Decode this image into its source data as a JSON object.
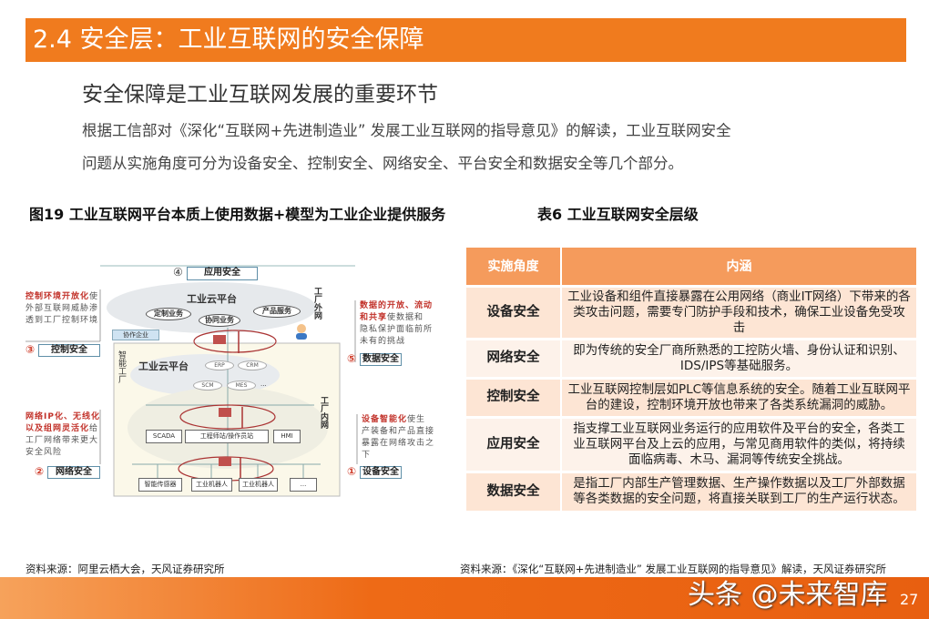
{
  "header": {
    "title": "2.4 安全层：工业互联网的安全保障"
  },
  "subtitle": "安全保障是工业互联网发展的重要环节",
  "body": [
    "根据工信部对《深化“互联网+先进制造业” 发展工业互联网的指导意见》的解读，工业互联网安全",
    "问题从实施角度可分为设备安全、控制安全、网络安全、平台安全和数据安全等几个部分。"
  ],
  "figure": {
    "caption": "图19 工业互联网平台本质上使用数据+模型为工业企业提供服务",
    "app_security": {
      "num": "④",
      "label": "应用安全"
    },
    "cloud_top": {
      "title": "工业云平台",
      "items": [
        "定制业务",
        "协同业务",
        "产品服务"
      ]
    },
    "external_net": "工厂外网",
    "partner": "协作企业",
    "smart_factory": "智能工厂",
    "cloud_inner": {
      "title": "工业云平台",
      "items": [
        "ERP",
        "CRM",
        "SCM",
        "MES",
        "..."
      ]
    },
    "internal_net": "工厂内网",
    "control_row": [
      "SCADA",
      "工程师站/操作员站",
      "HMI"
    ],
    "devices": [
      "智能传感器",
      "工业机器人",
      "工业机器人",
      "..."
    ],
    "annotations": [
      {
        "highlight": "控制环境开放化",
        "text": "使外部互联网威胁渗透到工厂控制环境",
        "num": "③",
        "label": "控制安全"
      },
      {
        "highlight": "网络IP化、无线化以及组网灵活化",
        "text": "给工厂网络带来更大安全风险",
        "num": "②",
        "label": "网络安全"
      },
      {
        "highlight": "数据的开放、流动和共享",
        "text": "使数据和隐私保护面临前所未有的挑战",
        "num": "⑤",
        "label": "数据安全"
      },
      {
        "highlight": "设备智能化",
        "text": "使生产装备和产品直接暴露在网络攻击之下",
        "num": "①",
        "label": "设备安全"
      }
    ],
    "source": "资料来源：阿里云栖大会，天风证券研究所"
  },
  "table": {
    "caption": "表6 工业互联网安全层级",
    "headers": [
      "实施角度",
      "内涵"
    ],
    "rows": [
      [
        "设备安全",
        "工业设备和组件直接暴露在公用网络（商业IT网络）下带来的各类攻击问题，需要专门防护手段和技术，确保工业设备免受攻击"
      ],
      [
        "网络安全",
        "即为传统的安全厂商所熟悉的工控防火墙、身份认证和识别、IDS/IPS等基础服务。"
      ],
      [
        "控制安全",
        "工业互联网控制层如PLC等信息系统的安全。随着工业互联网平台的建设，控制环境开放也带来了各类系统漏洞的威胁。"
      ],
      [
        "应用安全",
        "指支撑工业互联网业务运行的应用软件及平台的安全，各类工业互联网平台及上云的应用，与常见商用软件的类似，将持续面临病毒、木马、漏洞等传统安全挑战。"
      ],
      [
        "数据安全",
        "是指工厂内部生产管理数据、生产操作数据以及工厂外部数据等各类数据的安全问题，将直接关联到工厂的生产运行状态。"
      ]
    ],
    "source": "资料来源：《深化“互联网+先进制造业” 发展工业互联网的指导意见》解读，天风证券研究所"
  },
  "footer": {
    "watermark": "头条 @未来智库",
    "page": "27"
  },
  "colors": {
    "accent": "#f07b1e",
    "table_header": "#f59b5c",
    "highlight_red": "#c2322a"
  }
}
